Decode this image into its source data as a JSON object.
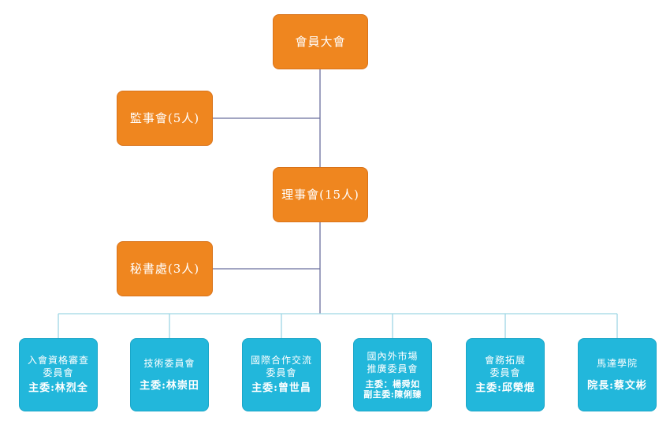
{
  "org_chart": {
    "general_assembly": "會員大會",
    "supervisors": "監事會(5人)",
    "board": "理事會(15人)",
    "secretariat": "秘書處(3人)",
    "committees": [
      {
        "title_line1": "入會資格審查",
        "title_line2": "委員會",
        "chair": "主委:林烈全"
      },
      {
        "title_line1": "技術委員會",
        "title_line2": "",
        "chair": "主委:林崇田"
      },
      {
        "title_line1": "國際合作交流",
        "title_line2": "委員會",
        "chair": "主委:曾世昌"
      },
      {
        "title_line1": "國內外市場",
        "title_line2": "推廣委員會",
        "chair": "主委：楊舜如",
        "vice_chair": "副主委:陳俐臻"
      },
      {
        "title_line1": "會務拓展",
        "title_line2": "委員會",
        "chair": "主委:邱榮焜"
      },
      {
        "title_line1": "馬達學院",
        "title_line2": "",
        "chair": "院長:蔡文彬"
      }
    ]
  },
  "colors": {
    "orange": "#ef861f",
    "blue": "#22b7db",
    "trunk_line": "#6b6f9e",
    "branch_line": "#9fd6e4"
  }
}
